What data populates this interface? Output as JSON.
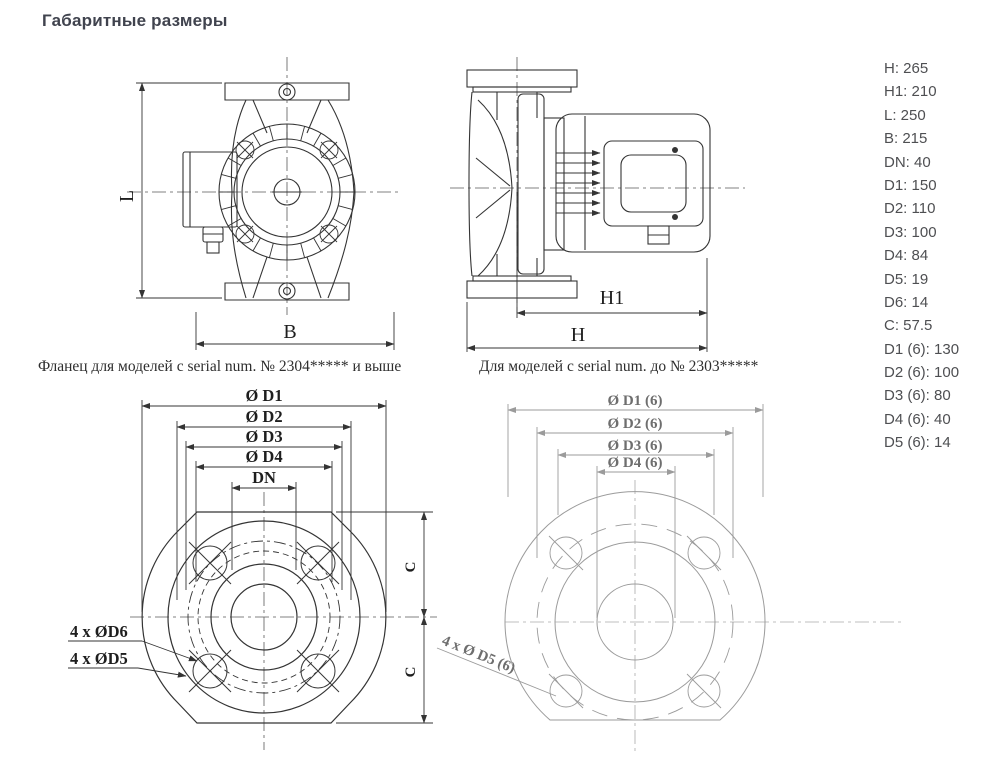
{
  "page": {
    "title": "Габаритные размеры"
  },
  "front_view": {
    "length_label": "L",
    "width_label": "B"
  },
  "side_view": {
    "h1_label": "H1",
    "h_label": "H"
  },
  "flange_new": {
    "caption": "Фланец для моделей с serial num. № 2304***** и выше",
    "dim_labels": {
      "d1": "Ø D1",
      "d2": "Ø D2",
      "d3": "Ø D3",
      "d4": "Ø D4",
      "dn": "DN"
    },
    "c_label": "C",
    "hole_labels": {
      "d6": "4 x ØD6",
      "d5": "4 x ØD5"
    }
  },
  "flange_old": {
    "caption": "Для моделей с serial num. до № 2303*****",
    "dim_labels": {
      "d1": "Ø D1 (6)",
      "d2": "Ø D2 (6)",
      "d3": "Ø D3 (6)",
      "d4": "Ø D4 (6)"
    },
    "hole_label": "4 x Ø D5 (6)"
  },
  "dimensions_list": {
    "items": [
      {
        "label": "H",
        "value": "265",
        "text": "H: 265"
      },
      {
        "label": "H1",
        "value": "210",
        "text": "H1: 210"
      },
      {
        "label": "L",
        "value": "250",
        "text": "L: 250"
      },
      {
        "label": "B",
        "value": "215",
        "text": "B: 215"
      },
      {
        "label": "DN",
        "value": "40",
        "text": "DN: 40"
      },
      {
        "label": "D1",
        "value": "150",
        "text": "D1: 150"
      },
      {
        "label": "D2",
        "value": "110",
        "text": "D2: 110"
      },
      {
        "label": "D3",
        "value": "100",
        "text": "D3: 100"
      },
      {
        "label": "D4",
        "value": "84",
        "text": "D4: 84"
      },
      {
        "label": "D5",
        "value": "19",
        "text": "D5: 19"
      },
      {
        "label": "D6",
        "value": "14",
        "text": "D6: 14"
      },
      {
        "label": "C",
        "value": "57.5",
        "text": "C: 57.5"
      },
      {
        "label": "D1 (6)",
        "value": "130",
        "text": "D1 (6): 130"
      },
      {
        "label": "D2 (6)",
        "value": "100",
        "text": "D2 (6): 100"
      },
      {
        "label": "D3 (6)",
        "value": "80",
        "text": "D3 (6): 80"
      },
      {
        "label": "D4 (6)",
        "value": "40",
        "text": "D4 (6): 40"
      },
      {
        "label": "D5 (6)",
        "value": "14",
        "text": "D5 (6): 14"
      }
    ]
  },
  "colors": {
    "line": "#343434",
    "line_light": "#9b9b9b",
    "title_text": "#40434e",
    "list_text": "#4e4f52"
  }
}
